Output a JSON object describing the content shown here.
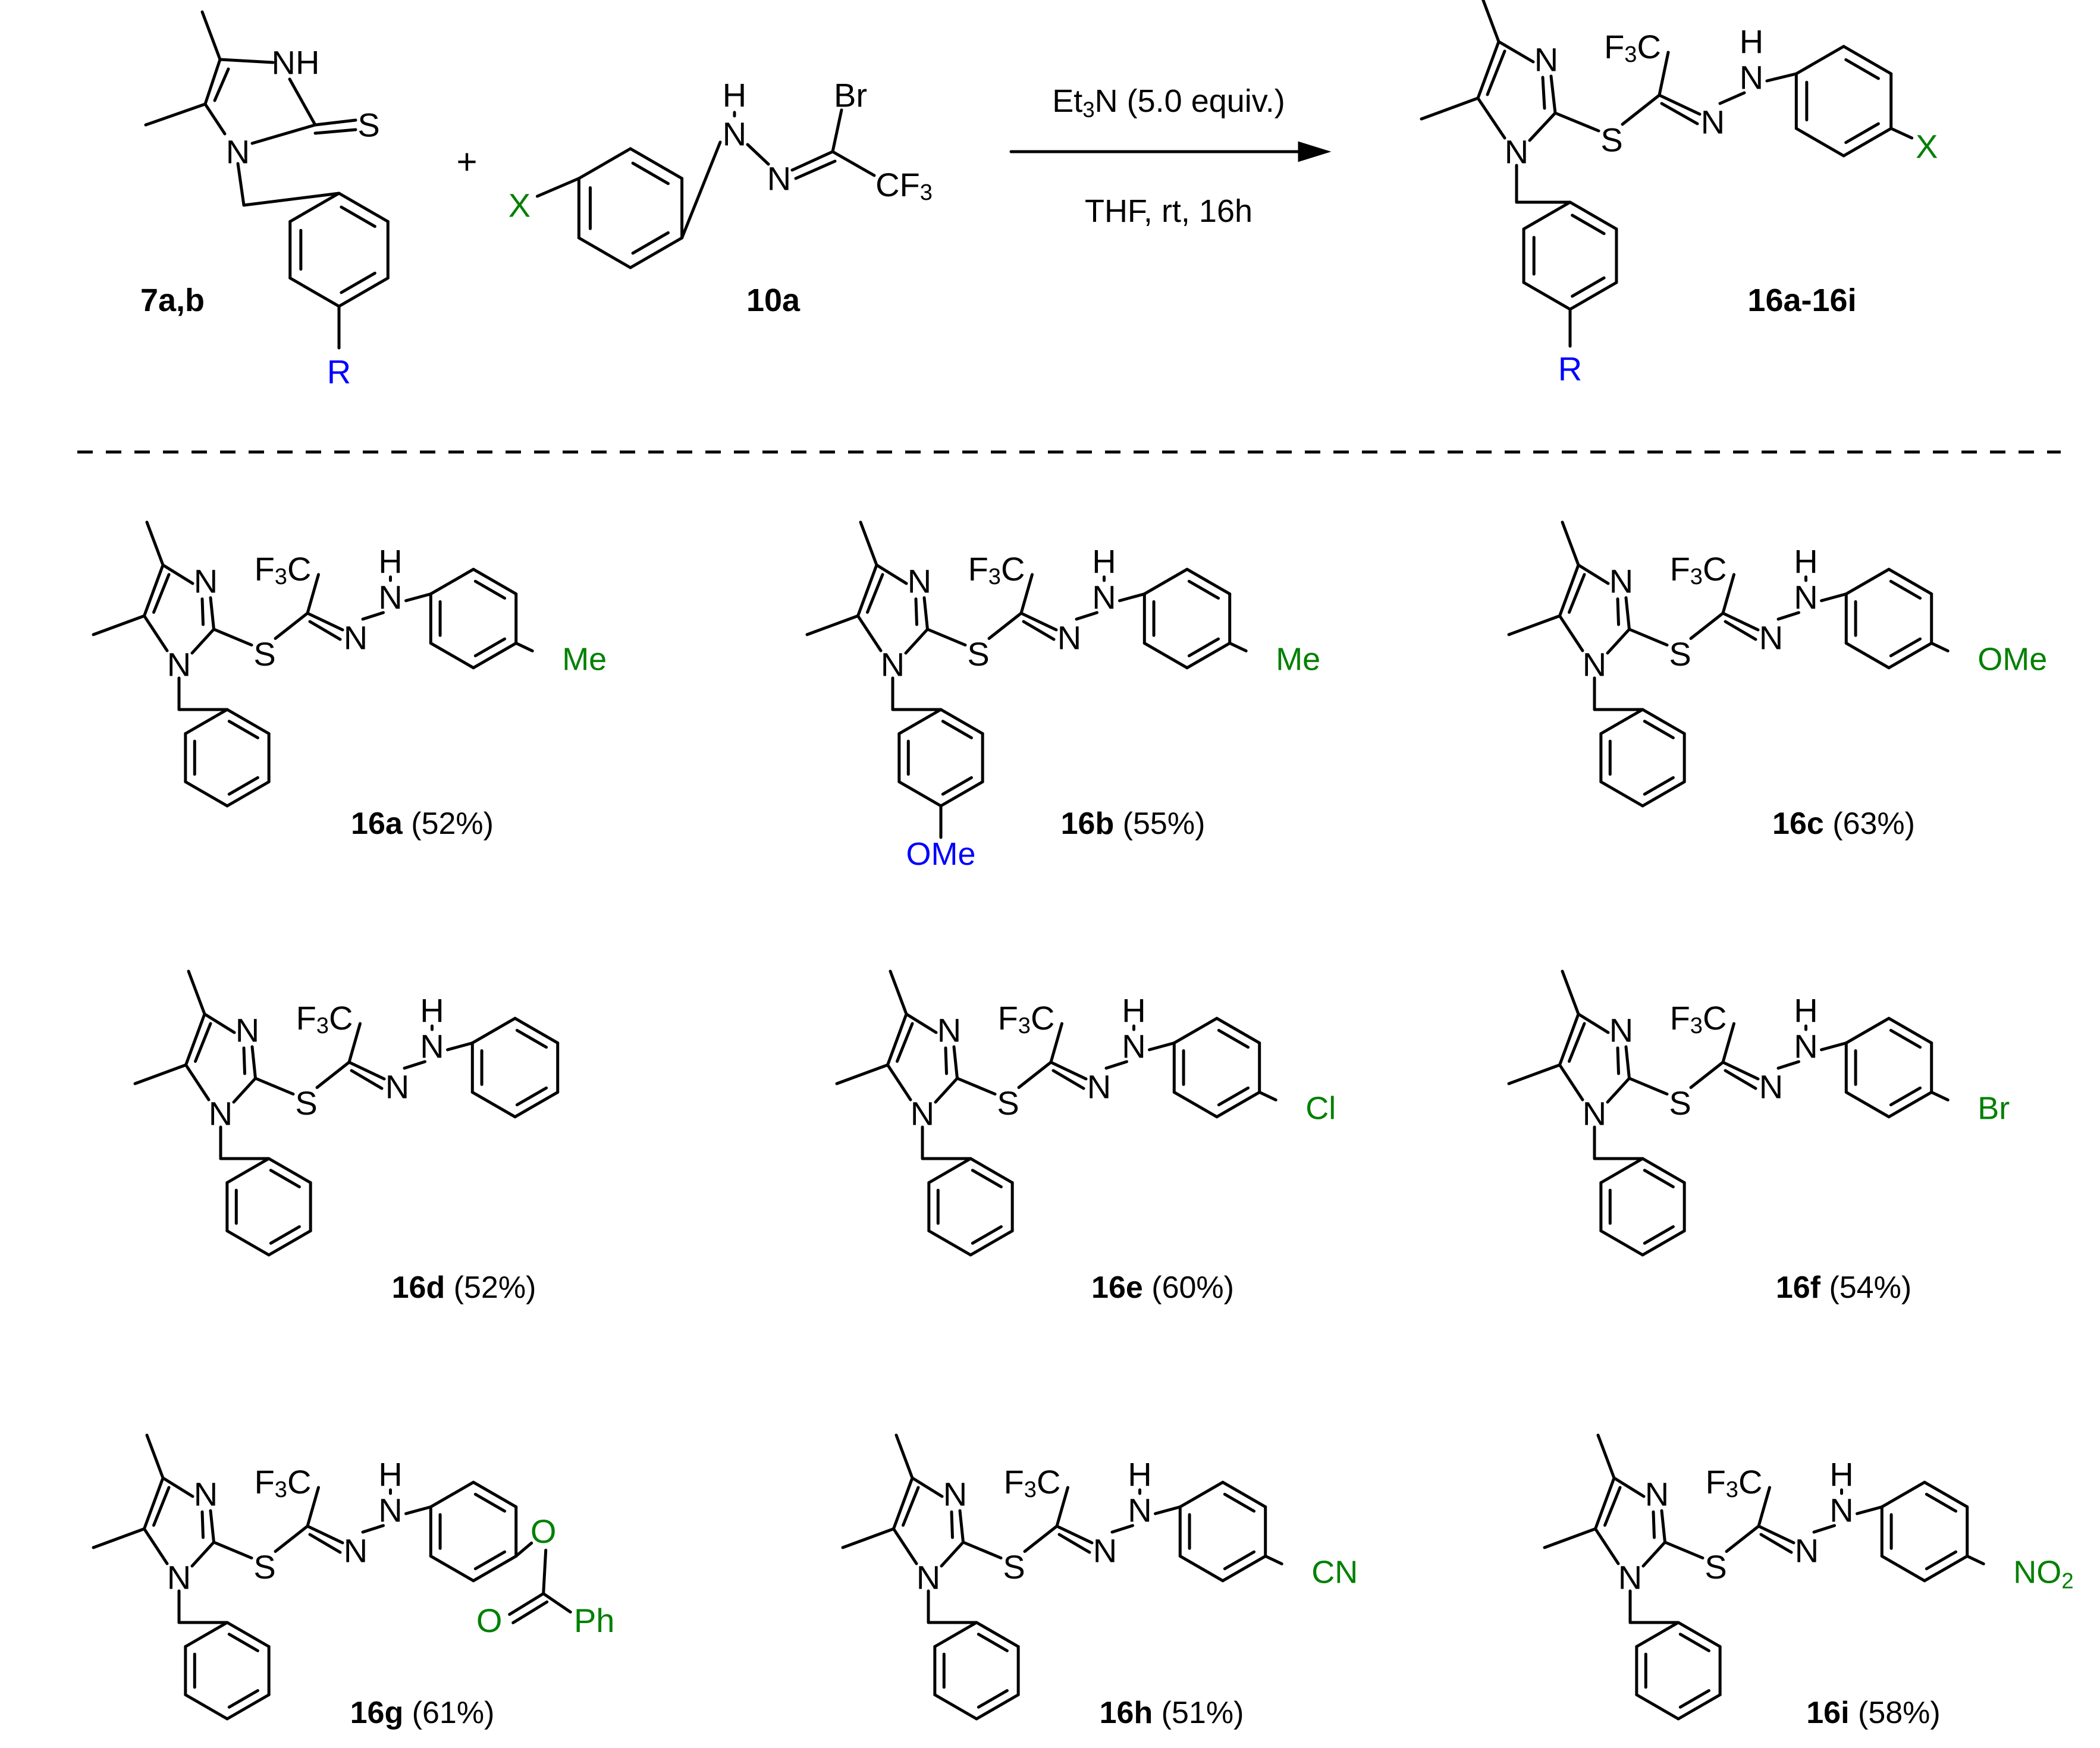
{
  "colors": {
    "bond": "#000000",
    "heteroatom": "#000000",
    "variable_r": "#0000ff",
    "variable_x": "#008000"
  },
  "reaction": {
    "reactant_a": {
      "compound": "7a,b",
      "thione_s": "S",
      "ring_nh": "NH",
      "ring_n": "N",
      "substituent": "R"
    },
    "plus_sign": "+",
    "reactant_b": {
      "compound": "10a",
      "br": "Br",
      "cf3": "CF3",
      "h": "H",
      "n1": "N",
      "n2": "N",
      "substituent": "X"
    },
    "arrow": {
      "reagent": "Et3N (5.0 equiv.)",
      "conditions": "THF, rt, 16h"
    },
    "product": {
      "compound": "16a-16i",
      "substituent_r": "R",
      "substituent_x": "X"
    }
  },
  "products": [
    {
      "id": "16a",
      "yield": "(52%)",
      "x": "Me",
      "r": ""
    },
    {
      "id": "16b",
      "yield": "(55%)",
      "x": "Me",
      "r": "OMe"
    },
    {
      "id": "16c",
      "yield": "(63%)",
      "x": "OMe",
      "r": ""
    },
    {
      "id": "16d",
      "yield": "(52%)",
      "x": "",
      "r": ""
    },
    {
      "id": "16e",
      "yield": "(60%)",
      "x": "Cl",
      "r": ""
    },
    {
      "id": "16f",
      "yield": "(54%)",
      "x": "Br",
      "r": ""
    },
    {
      "id": "16g",
      "yield": "(61%)",
      "x": "",
      "r": "",
      "ester": {
        "o1": "O",
        "o2": "O",
        "ph": "Ph"
      }
    },
    {
      "id": "16h",
      "yield": "(51%)",
      "x": "CN",
      "r": ""
    },
    {
      "id": "16i",
      "yield": "(58%)",
      "x": "NO2",
      "r": ""
    }
  ],
  "atoms": {
    "imidazole_n": "N",
    "imidazole_n1": "N",
    "thioether_s": "S",
    "cf3c": "F3C",
    "hydrazone_nh_h": "H",
    "hydrazone_nh_n": "N",
    "hydrazone_n": "N"
  }
}
